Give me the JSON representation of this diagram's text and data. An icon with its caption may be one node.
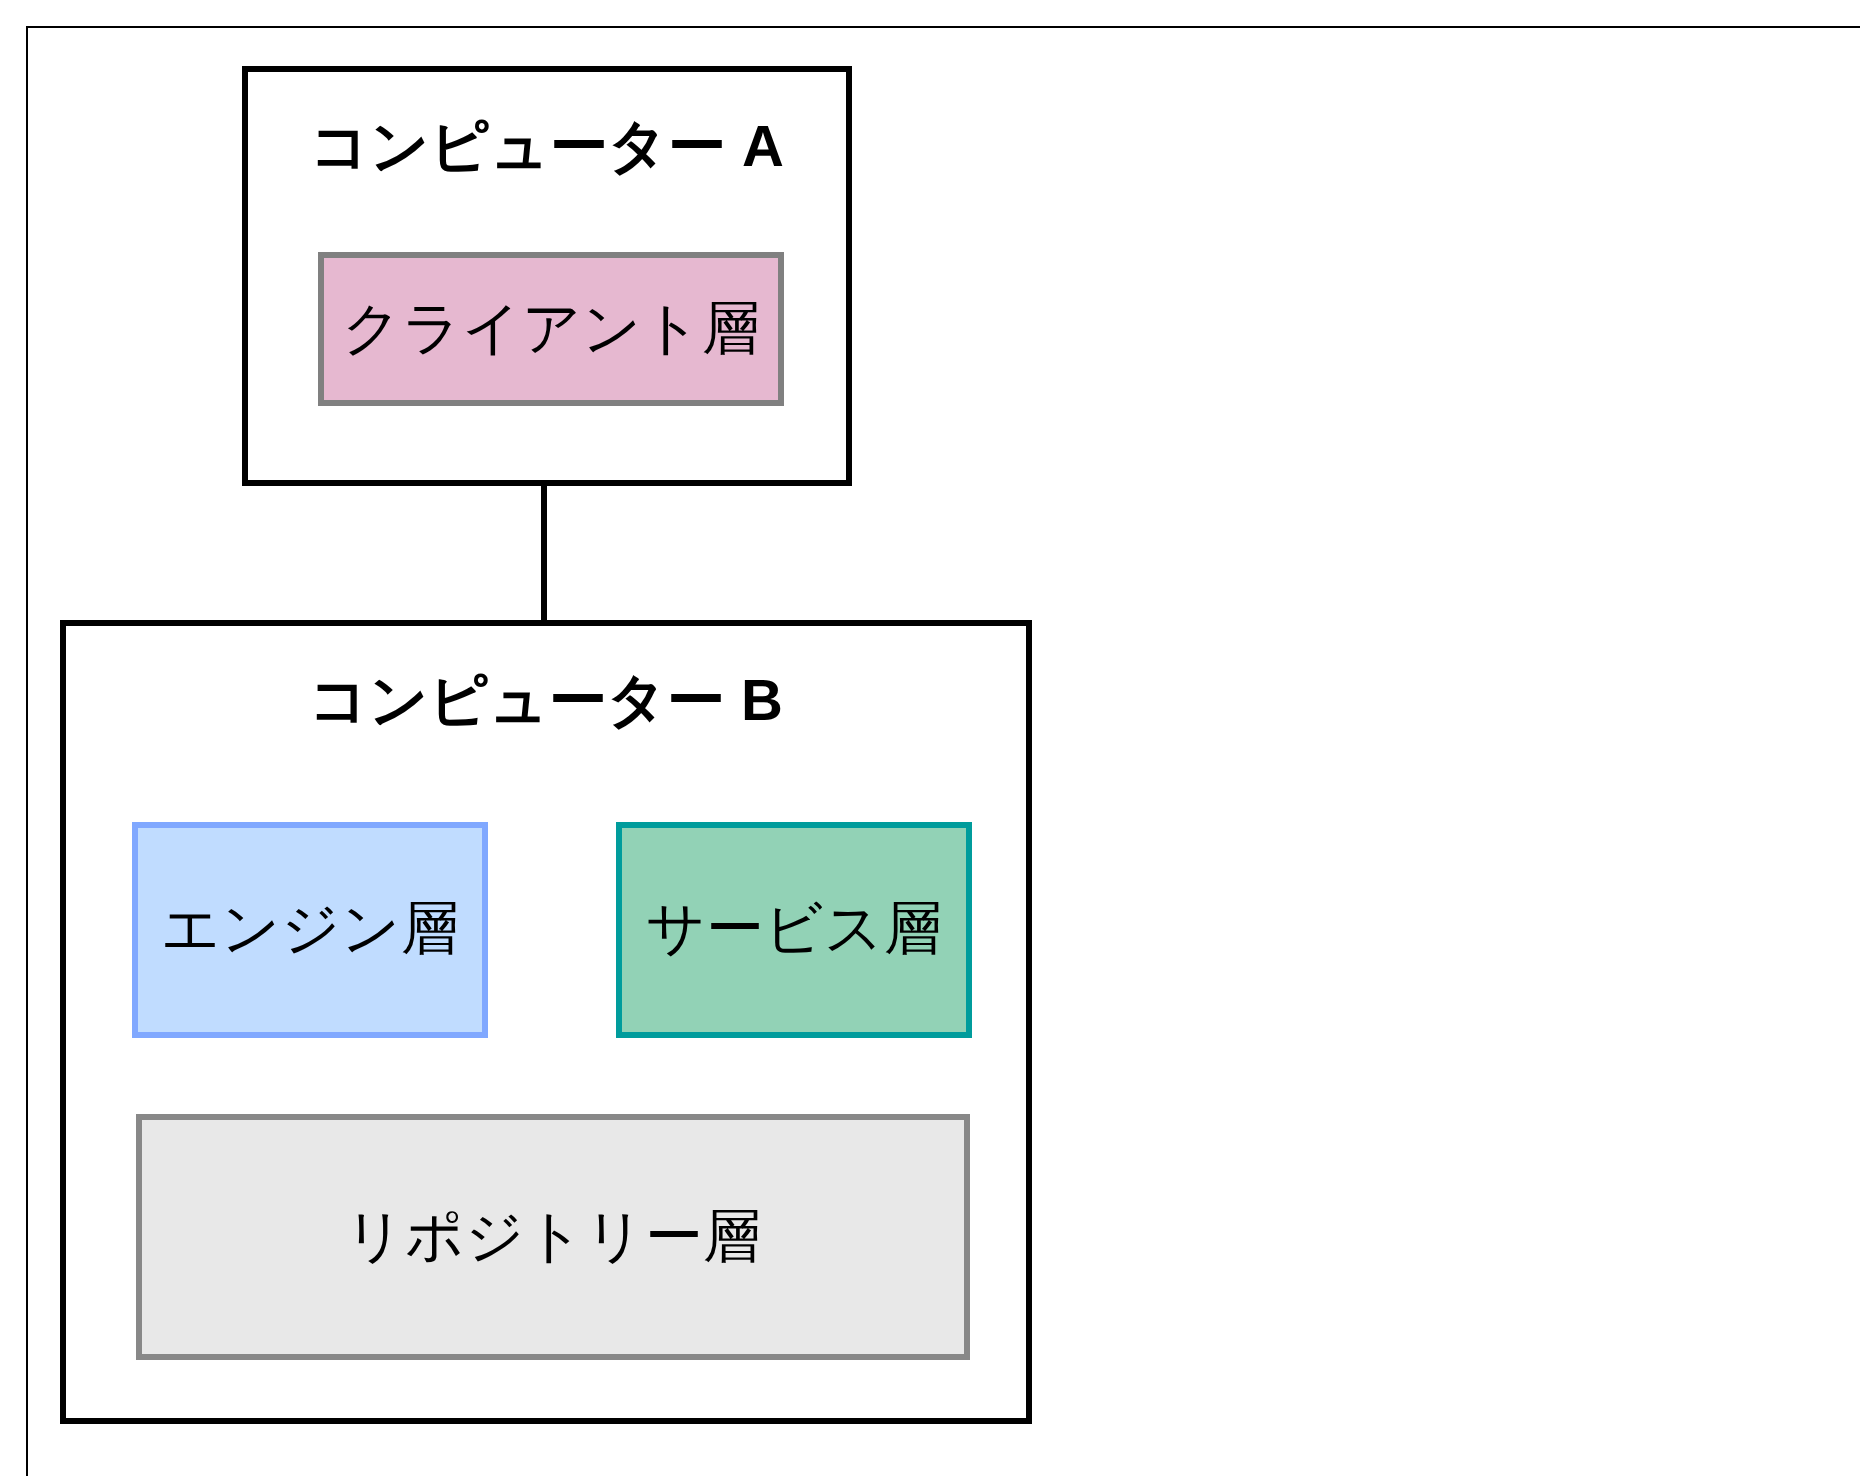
{
  "diagram": {
    "nodes": [
      {
        "text": [
          "コンピューター A"
        ]
      },
      {
        "text": [
          "クライアント層"
        ],
        "in": 0
      },
      {
        "text": [
          "コンピューター B"
        ]
      },
      {
        "text": [
          "エンジン層"
        ],
        "in": 2
      },
      {
        "text": [
          "サービス層"
        ],
        "in": 2
      },
      {
        "text": [
          "リポジトリー層"
        ],
        "in": 2
      }
    ],
    "edges": [
      {
        "from": 0,
        "to": 2,
        "arrow": "none"
      }
    ]
  }
}
